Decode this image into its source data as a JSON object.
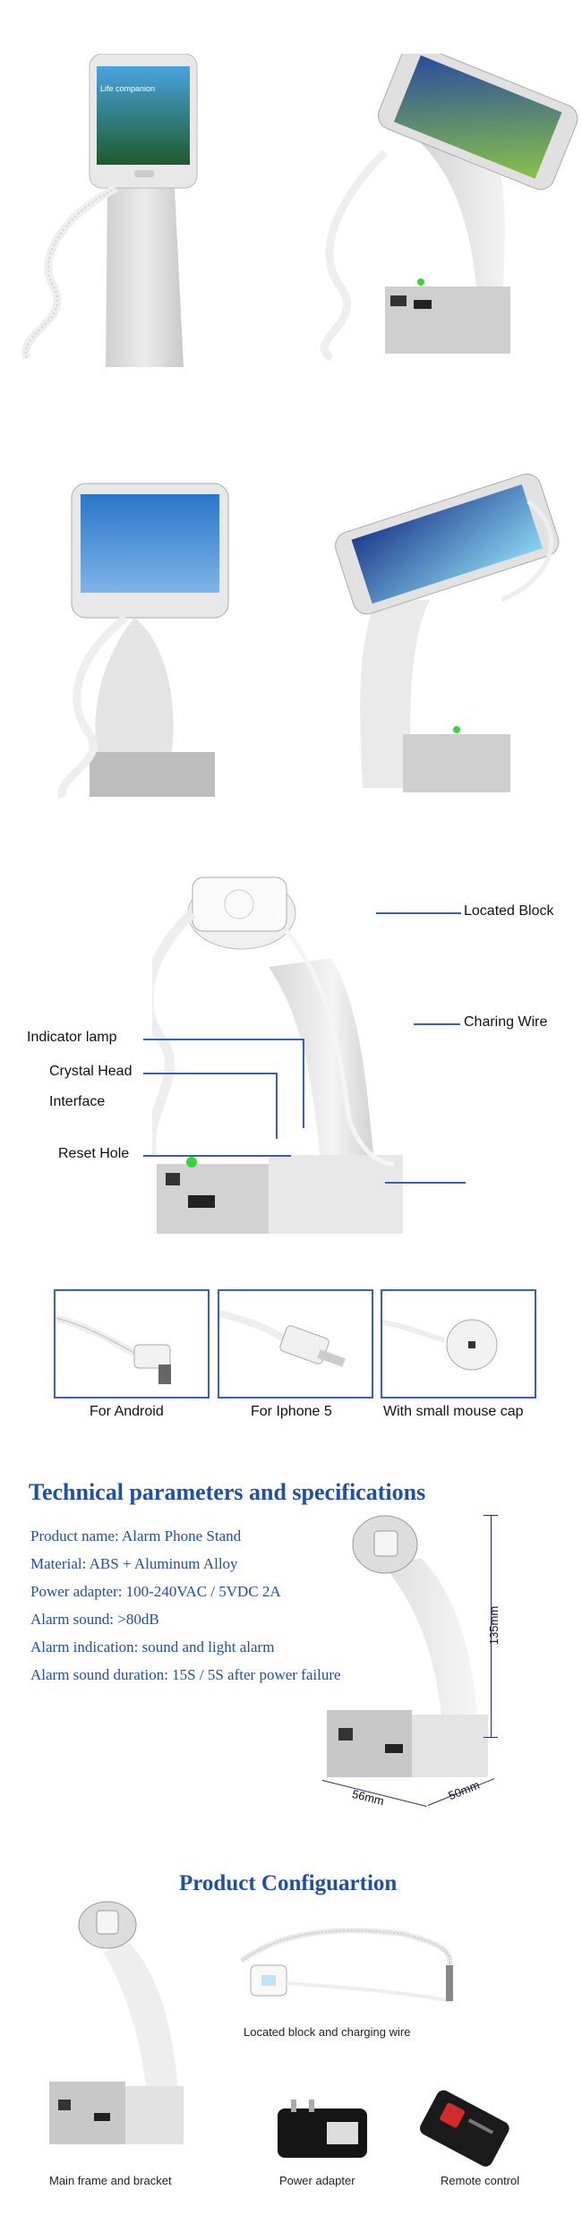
{
  "phone_screen_text": "Life companion",
  "diagram_labels": {
    "located_block": "Located Block",
    "charing_wire": "Charing Wire",
    "indicator_lamp": "Indicator lamp",
    "crystal_head": "Crystal Head",
    "interface": "Interface",
    "reset_hole": "Reset Hole"
  },
  "connectors": [
    {
      "label": "For Android"
    },
    {
      "label": "For Iphone 5"
    },
    {
      "label": "With small mouse cap"
    }
  ],
  "specs": {
    "title": "Technical parameters and specifications",
    "items": [
      "Product name: Alarm Phone Stand",
      "Material: ABS + Aluminum Alloy",
      "Power adapter: 100-240VAC / 5VDC 2A",
      "Alarm sound: >80dB",
      "Alarm indication: sound and light alarm",
      "Alarm sound duration: 15S / 5S after power failure"
    ],
    "dimensions": {
      "height": "135mm",
      "width": "56mm",
      "depth": "50mm"
    }
  },
  "configuration": {
    "title": "Product Configuartion",
    "items": [
      {
        "label": "Located block and charging wire"
      },
      {
        "label": "Main frame and bracket"
      },
      {
        "label": "Power adapter"
      },
      {
        "label": "Remote control"
      }
    ]
  },
  "colors": {
    "accent_blue": "#1f4fa8",
    "line_blue": "#3a5fb8",
    "stand_grey": "#d9d9d9",
    "indicator_green": "#39d43a"
  }
}
